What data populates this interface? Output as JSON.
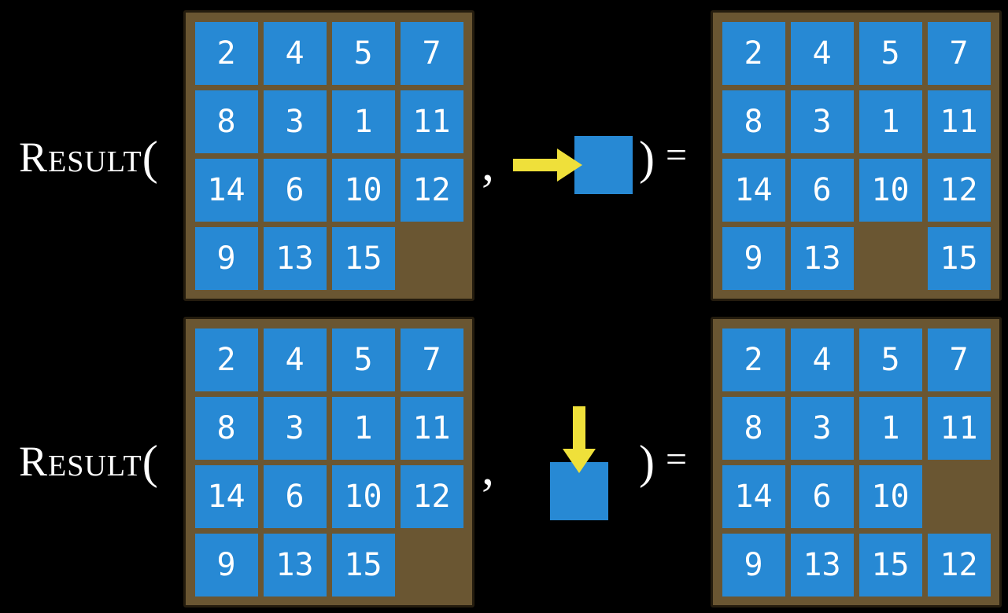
{
  "figure": {
    "description_icon": "fifteen-puzzle-result-diagram",
    "rows": [
      {
        "function_name": "Result",
        "open_paren": "(",
        "comma": ",",
        "action_icon": "arrow-right-icon",
        "action_direction": "right",
        "close_paren": ")",
        "equals": "=",
        "input_grid": [
          [
            "2",
            "4",
            "5",
            "7"
          ],
          [
            "8",
            "3",
            "1",
            "11"
          ],
          [
            "14",
            "6",
            "10",
            "12"
          ],
          [
            "9",
            "13",
            "15",
            null
          ]
        ],
        "output_grid": [
          [
            "2",
            "4",
            "5",
            "7"
          ],
          [
            "8",
            "3",
            "1",
            "11"
          ],
          [
            "14",
            "6",
            "10",
            "12"
          ],
          [
            "9",
            "13",
            null,
            "15"
          ]
        ]
      },
      {
        "function_name": "Result",
        "open_paren": "(",
        "comma": ",",
        "action_icon": "arrow-down-icon",
        "action_direction": "down",
        "close_paren": ")",
        "equals": "=",
        "input_grid": [
          [
            "2",
            "4",
            "5",
            "7"
          ],
          [
            "8",
            "3",
            "1",
            "11"
          ],
          [
            "14",
            "6",
            "10",
            "12"
          ],
          [
            "9",
            "13",
            "15",
            null
          ]
        ],
        "output_grid": [
          [
            "2",
            "4",
            "5",
            "7"
          ],
          [
            "8",
            "3",
            "1",
            "11"
          ],
          [
            "14",
            "6",
            "10",
            null
          ],
          [
            "9",
            "13",
            "15",
            "12"
          ]
        ]
      }
    ]
  },
  "colors": {
    "bg": "#000000",
    "frame": "#6a5632",
    "frame_border": "#241c0e",
    "tile": "#2789d4",
    "tile_text": "#ffffff",
    "arrow": "#efe03a",
    "text": "#ffffff"
  }
}
